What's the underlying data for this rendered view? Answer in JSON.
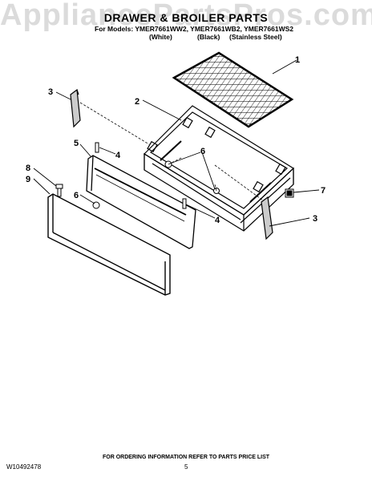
{
  "watermark": "AppliancePartsPros.com",
  "title": "DRAWER & BROILER PARTS",
  "models_line": "For Models: YMER7661WW2, YMER7661WB2, YMER7661WS2",
  "colors": {
    "white": "(White)",
    "black": "(Black)",
    "stainless": "(Stainless Steel)"
  },
  "callouts": [
    "1",
    "2",
    "3",
    "3",
    "4",
    "4",
    "5",
    "6",
    "6",
    "7",
    "8",
    "9"
  ],
  "footer": "FOR ORDERING INFORMATION REFER TO PARTS PRICE LIST",
  "doc_number": "W10492478",
  "page_number": "5"
}
